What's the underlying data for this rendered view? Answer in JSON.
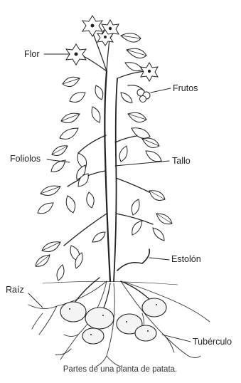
{
  "labels": {
    "flor": "Flor",
    "frutos": "Frutos",
    "foliolos": "Foliolos",
    "tallo": "Tallo",
    "estolon": "Estolón",
    "raiz": "Raíz",
    "tuberculo": "Tubérculo"
  },
  "caption": "Partes de una planta de patata."
}
